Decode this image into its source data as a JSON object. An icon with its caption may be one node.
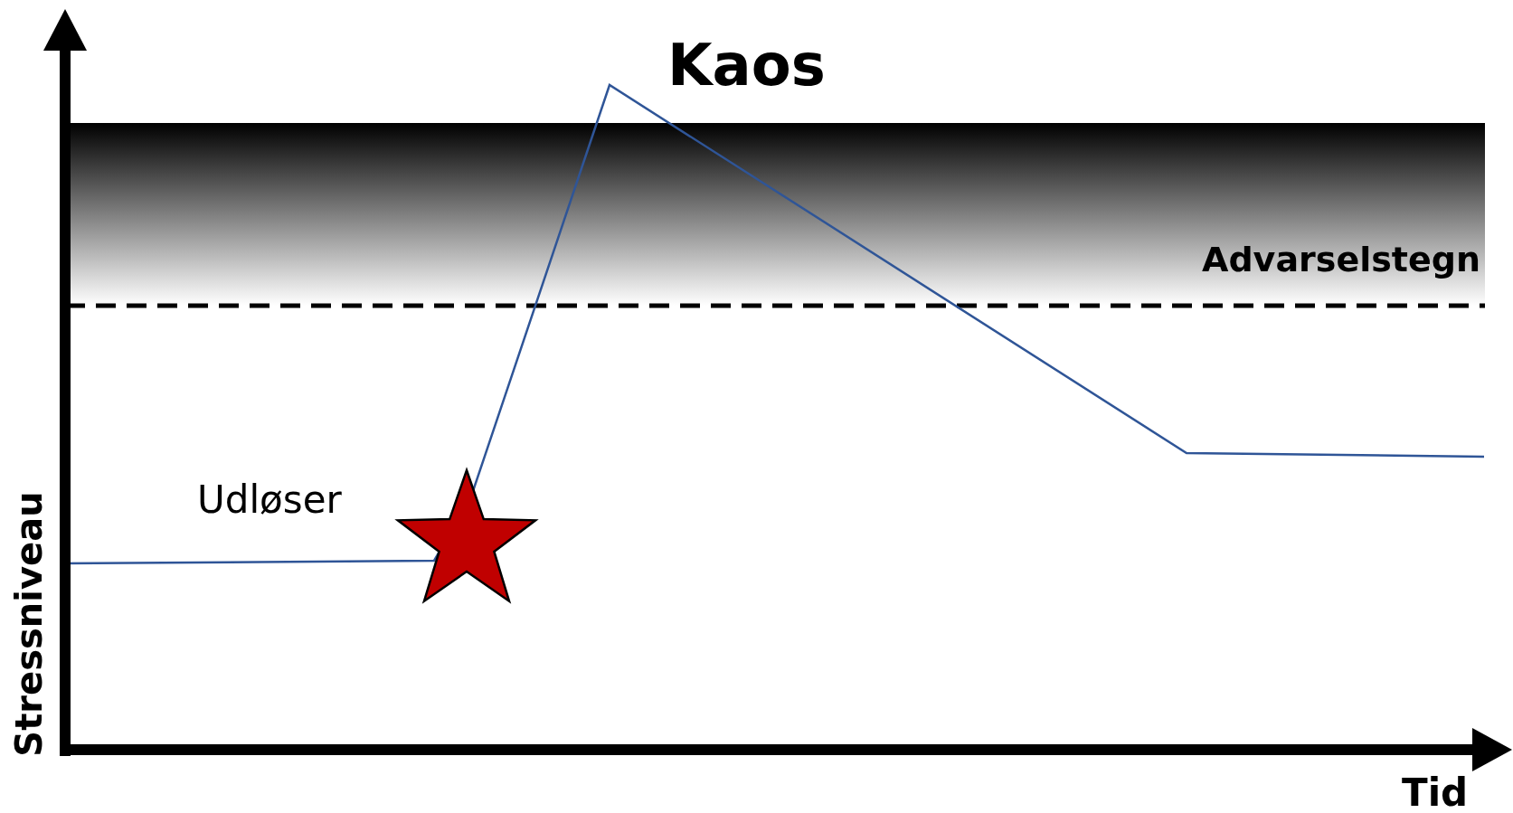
{
  "diagram": {
    "labels": [
      "Kaos",
      "Advarselstegn",
      "Udløser",
      "Stressniveau",
      "Tid"
    ]
  }
}
